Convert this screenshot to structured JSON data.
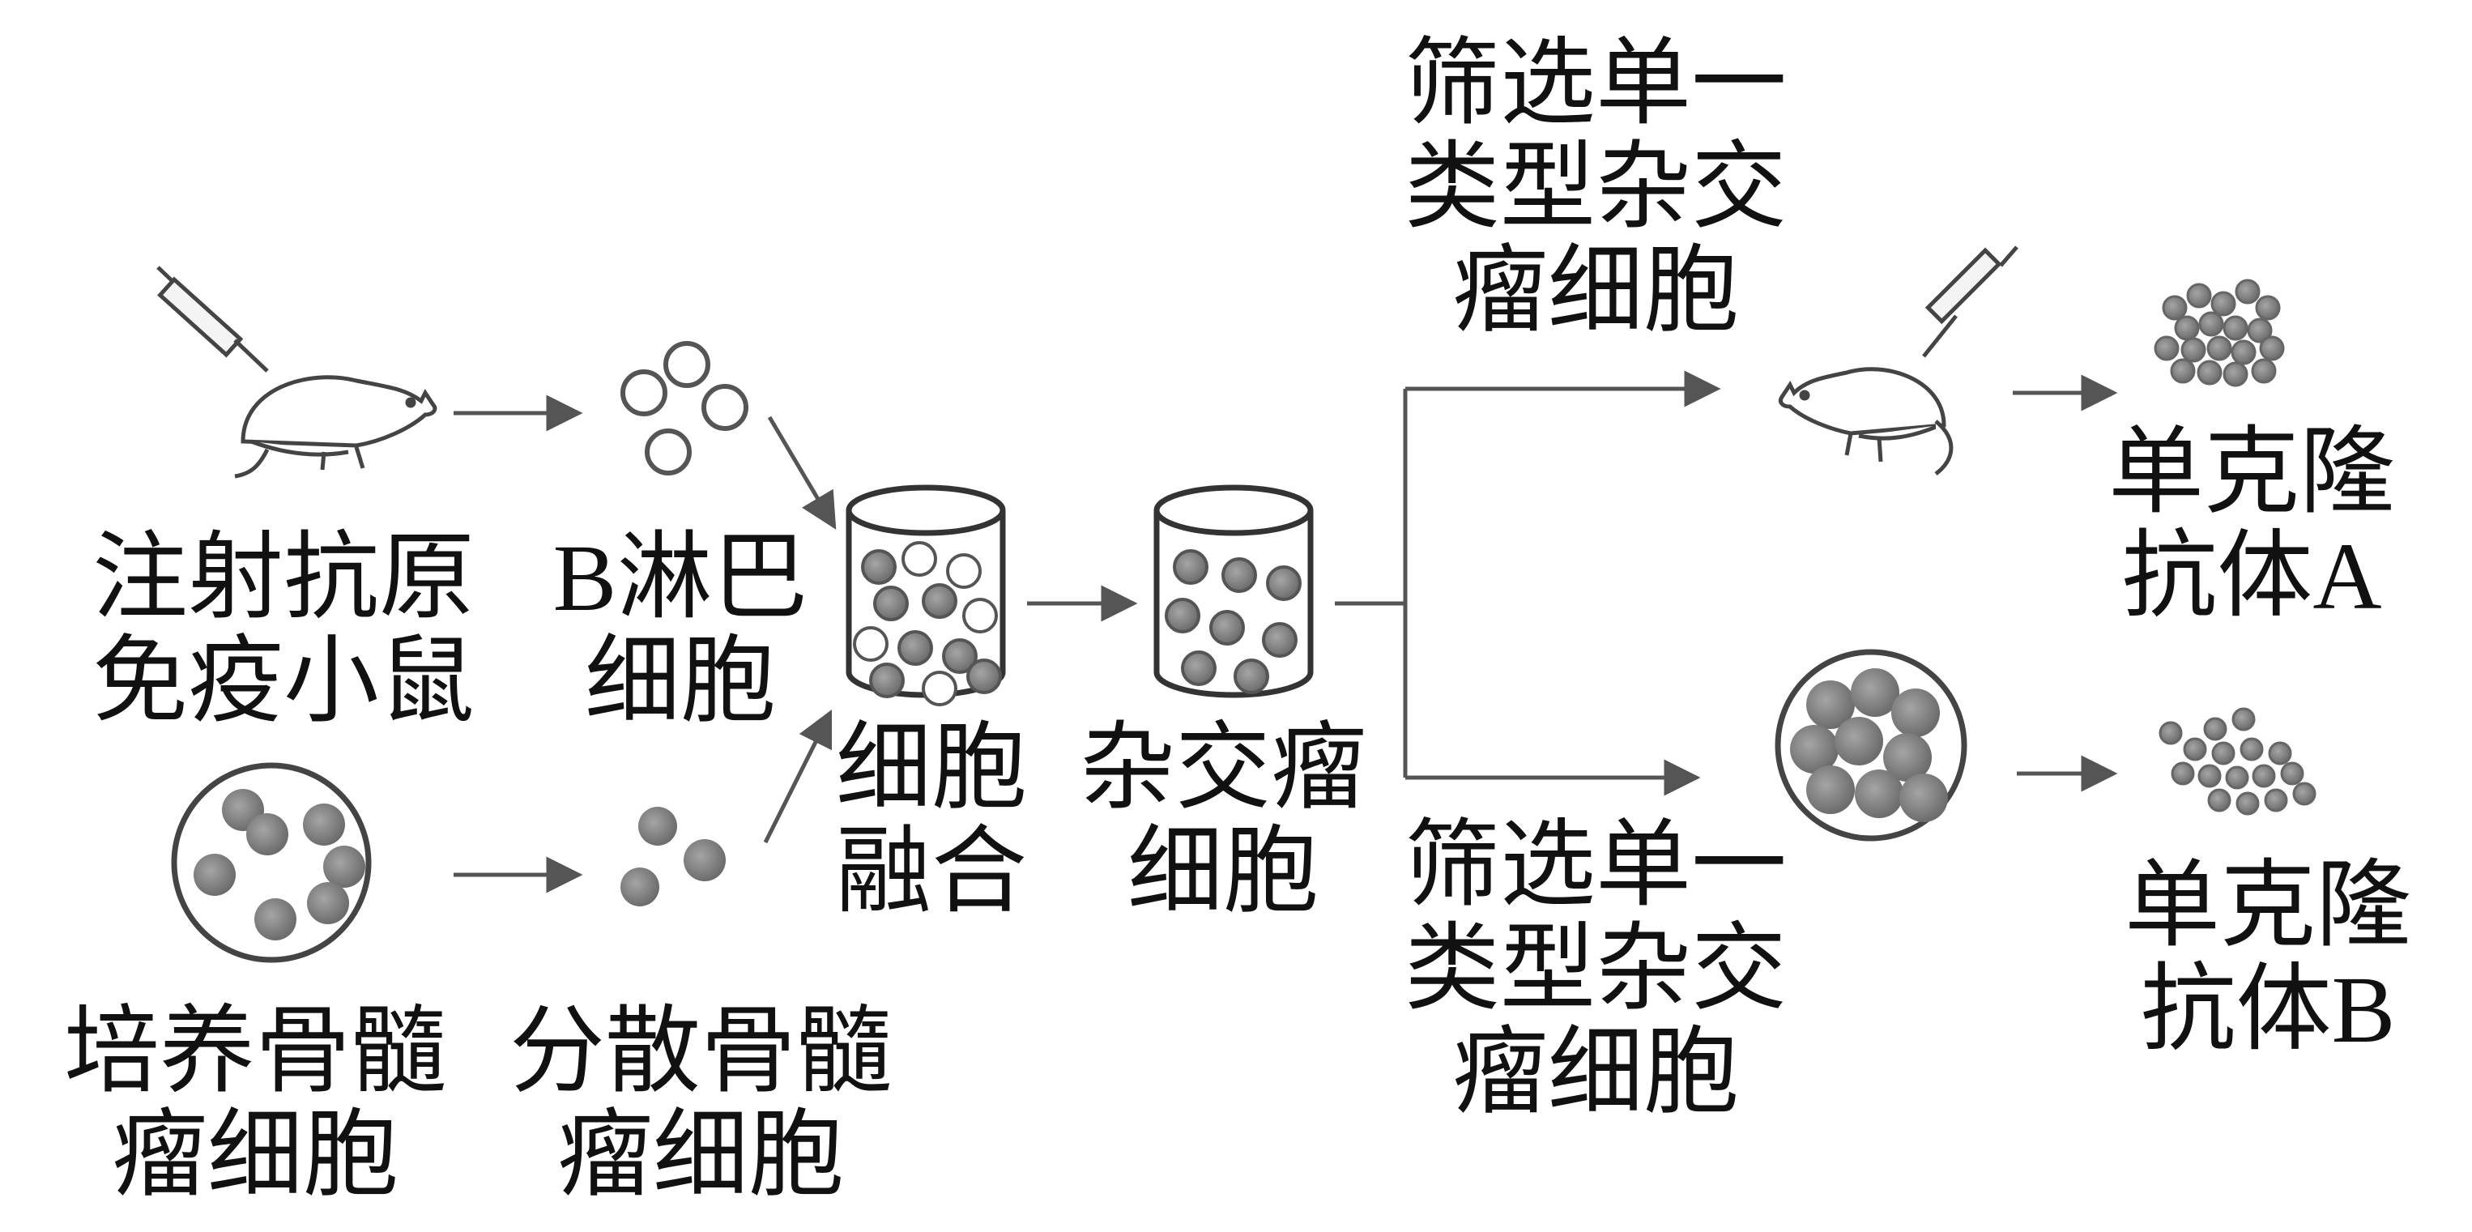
{
  "labels": {
    "immunized_mouse": "注射抗原\n免疫小鼠",
    "b_lymphocyte": "B淋巴\n细胞",
    "myeloma_culture": "培养骨髓\n瘤细胞",
    "myeloma_dispersed": "分散骨髓\n瘤细胞",
    "cell_fusion": "细胞\n融合",
    "hybridoma": "杂交瘤\n细胞",
    "screening_top": "筛选单一\n类型杂交\n瘤细胞",
    "screening_bottom": "筛选单一\n类型杂交\n瘤细胞",
    "antibody_a": "单克隆\n抗体A",
    "antibody_b": "单克隆\n抗体B"
  },
  "colors": {
    "line": "#555555",
    "cell_fill": "#8a8a8a",
    "cell_dark": "#6e6e6e"
  },
  "icons": [
    "syringe-icon",
    "mouse-icon",
    "culture-dish-icon",
    "beaker-icon",
    "antibody-cluster-icon"
  ]
}
